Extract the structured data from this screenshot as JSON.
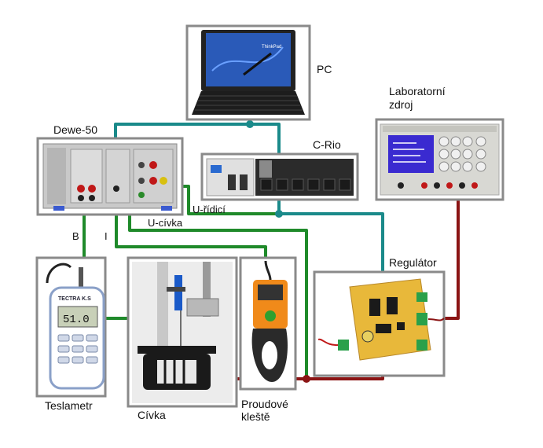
{
  "labels": {
    "pc": "PC",
    "dewe": "Dewe-50",
    "crio": "C-Rio",
    "lab_supply_line1": "Laboratorní",
    "lab_supply_line2": "zdroj",
    "regulator": "Regulátor",
    "teslametr": "Teslametr",
    "civka": "Cívka",
    "klieste_line1": "Proudové",
    "klieste_line2": "kleště",
    "wire_u_ridici": "U-řídicí",
    "wire_u_civka": "U-cívka",
    "wire_b": "B",
    "wire_i": "I"
  },
  "device_text": {
    "laptop_brand": "ThinkPad",
    "teslametr_brand": "TECTRA K.S",
    "teslametr_reading": "51.0"
  },
  "colors": {
    "wire_teal": "#1a8a8a",
    "wire_green": "#1f8a2a",
    "wire_darkred": "#8b1414",
    "frame": "#8a8a8a"
  }
}
